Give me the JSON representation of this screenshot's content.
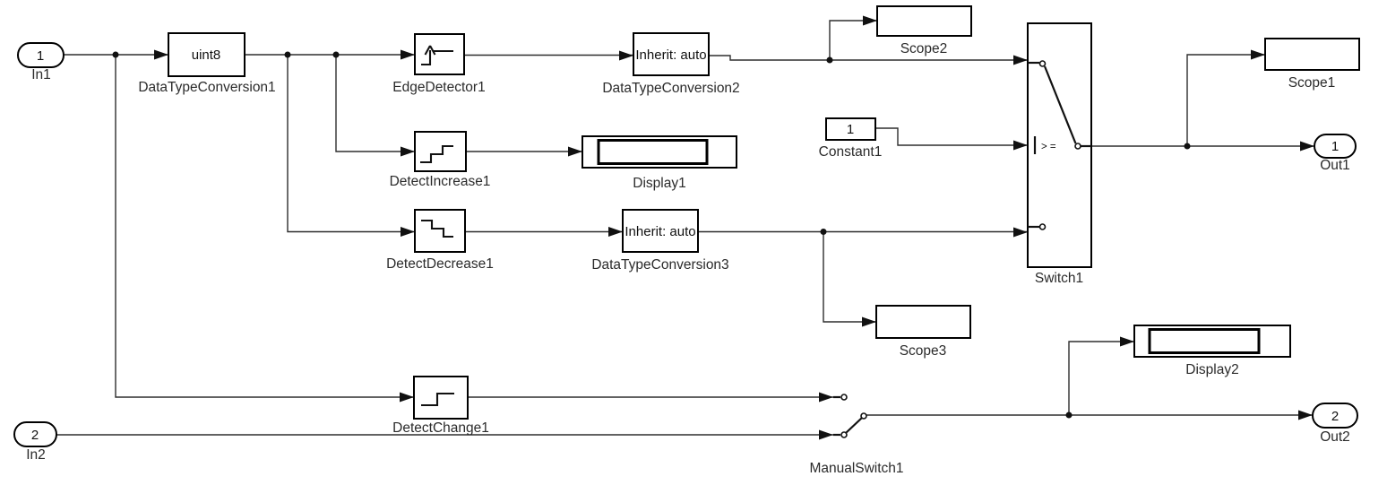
{
  "diagram": {
    "kind": "simulink-block-diagram",
    "colors": {
      "background": "#ffffff",
      "block_border": "#000000",
      "wire": "#2e2e2e",
      "text": "#2b2b2b"
    },
    "blocks": {
      "in1": {
        "port_number": "1",
        "label": "In1"
      },
      "in2": {
        "port_number": "2",
        "label": "In2"
      },
      "out1": {
        "port_number": "1",
        "label": "Out1"
      },
      "out2": {
        "port_number": "2",
        "label": "Out2"
      },
      "data_type_conversion1": {
        "text": "uint8",
        "label": "DataTypeConversion1"
      },
      "data_type_conversion2": {
        "text": "Inherit: auto",
        "label": "DataTypeConversion2"
      },
      "data_type_conversion3": {
        "text": "Inherit: auto",
        "label": "DataTypeConversion3"
      },
      "edge_detector1": {
        "label": "EdgeDetector1",
        "icon": "rising-edge-arrow"
      },
      "detect_increase1": {
        "label": "DetectIncrease1",
        "icon": "staircase-up"
      },
      "detect_decrease1": {
        "label": "DetectDecrease1",
        "icon": "staircase-down"
      },
      "detect_change1": {
        "label": "DetectChange1",
        "icon": "step-change"
      },
      "display1": {
        "label": "Display1"
      },
      "display2": {
        "label": "Display2"
      },
      "scope1": {
        "label": "Scope1"
      },
      "scope2": {
        "label": "Scope2"
      },
      "scope3": {
        "label": "Scope3"
      },
      "constant1": {
        "value": "1",
        "label": "Constant1"
      },
      "switch1": {
        "criteria": "> =",
        "label": "Switch1"
      },
      "manual_switch1": {
        "label": "ManualSwitch1"
      }
    }
  }
}
